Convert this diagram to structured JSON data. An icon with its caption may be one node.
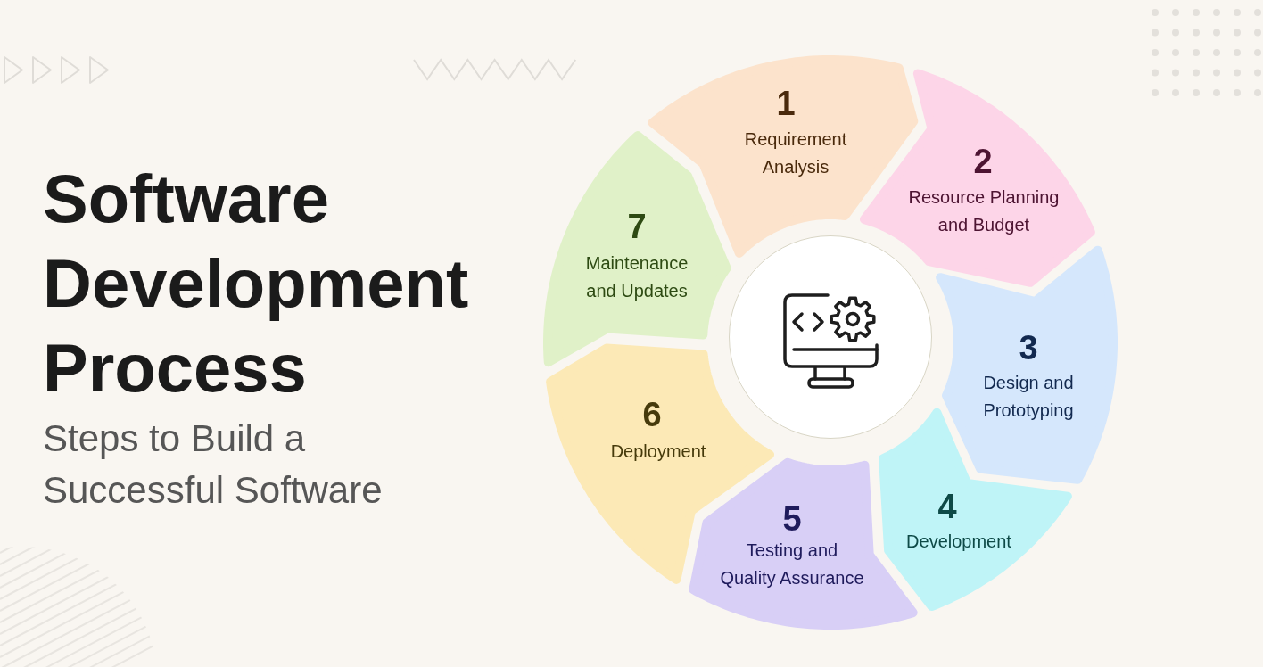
{
  "diagram": {
    "title": "Software Development Process",
    "nodes": [
      {
        "text": [
          "1",
          "Requirement Analysis"
        ]
      },
      {
        "text": [
          "2",
          "Resource Planning and Budget"
        ]
      },
      {
        "text": [
          "3",
          "Design and Prototyping"
        ]
      },
      {
        "text": [
          "4",
          "Development"
        ]
      },
      {
        "text": [
          "5",
          "Testing and Quality Assurance"
        ]
      },
      {
        "text": [
          "6",
          "Deployment"
        ]
      },
      {
        "text": [
          "7",
          "Maintenance and Updates"
        ]
      },
      {
        "text": [],
        "shape": "circle"
      }
    ],
    "labels": [
      "Steps to Build a Successful Software"
    ]
  }
}
